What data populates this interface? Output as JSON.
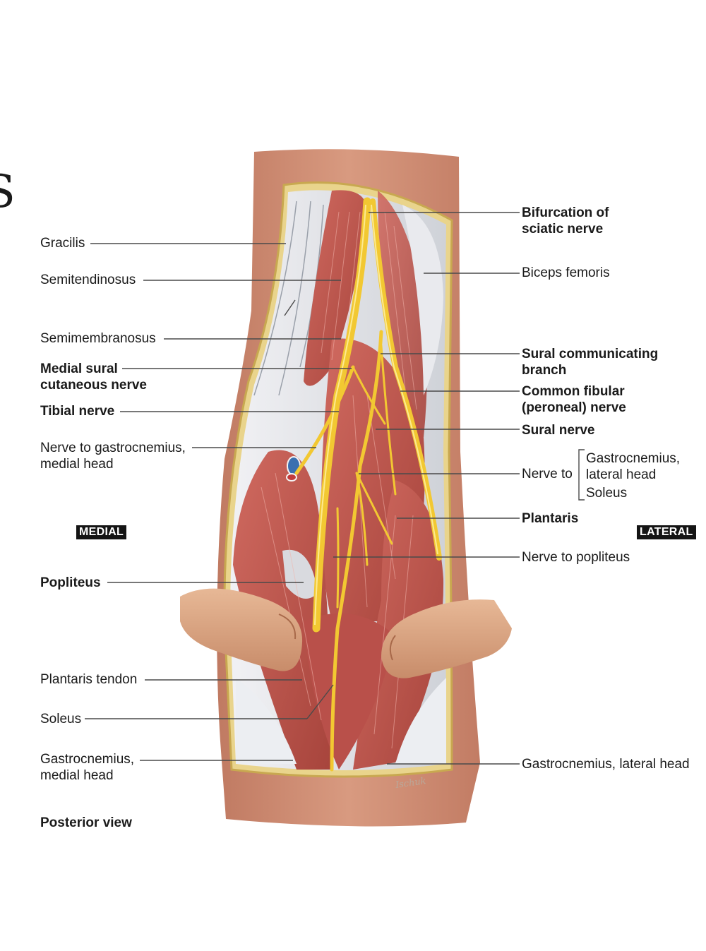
{
  "cutoff_glyph": "S",
  "signature": "Ischuk",
  "orientation": {
    "medial": "MEDIAL",
    "lateral": "LATERAL"
  },
  "view_caption": "Posterior view",
  "labels_left": {
    "gracilis": "Gracilis",
    "semitendinosus": "Semitendinosus",
    "semimembranosus": "Semimembranosus",
    "medial_sural_cutaneous_nerve": "Medial sural\ncutaneous nerve",
    "tibial_nerve": "Tibial nerve",
    "nerve_to_gastrocnemius_medial_head": "Nerve to gastrocnemius,\nmedial head",
    "popliteus": "Popliteus",
    "plantaris_tendon": "Plantaris tendon",
    "soleus": "Soleus",
    "gastrocnemius_medial_head": "Gastrocnemius,\nmedial head"
  },
  "labels_right": {
    "bifurcation_of_sciatic_nerve": "Bifurcation of\nsciatic nerve",
    "biceps_femoris": "Biceps femoris",
    "sural_communicating_branch": "Sural communicating\nbranch",
    "common_fibular_nerve": "Common fibular\n(peroneal) nerve",
    "sural_nerve": "Sural nerve",
    "nerve_to": "Nerve to",
    "nerve_to_targets": [
      "Gastrocnemius,\nlateral head",
      "Soleus"
    ],
    "plantaris": "Plantaris",
    "nerve_to_popliteus": "Nerve to popliteus",
    "gastrocnemius_lateral_head": "Gastrocnemius, lateral head"
  }
}
